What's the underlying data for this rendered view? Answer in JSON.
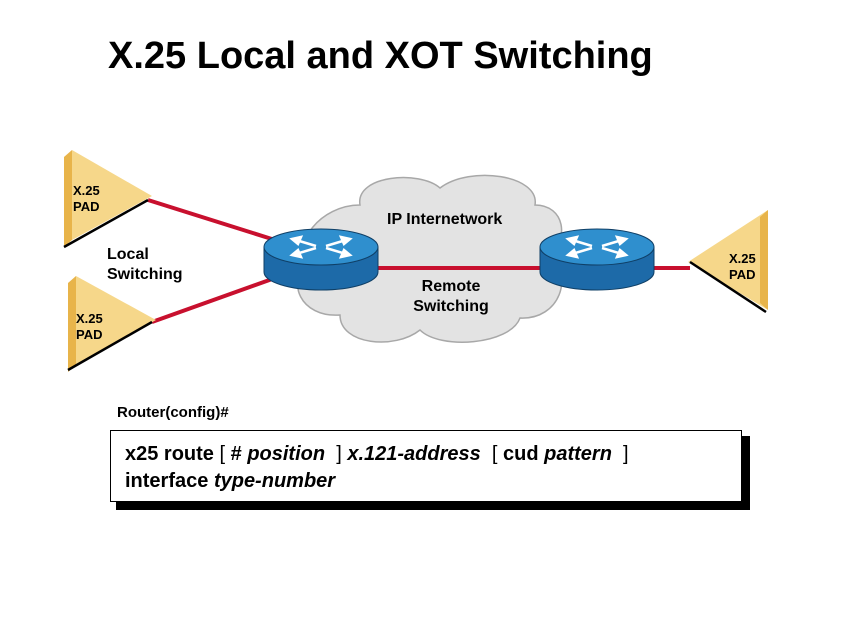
{
  "title": "X.25 Local and XOT Switching",
  "pads": {
    "left_top": {
      "line1": "X.25",
      "line2": "PAD"
    },
    "left_bottom": {
      "line1": "X.25",
      "line2": "PAD"
    },
    "right": {
      "line1": "X.25",
      "line2": "PAD"
    }
  },
  "labels": {
    "local_line1": "Local",
    "local_line2": "Switching",
    "ip_internetwork": "IP Internetwork",
    "remote_line1": "Remote",
    "remote_line2": "Switching"
  },
  "prompt": "Router(config)#",
  "command": {
    "kw_x25_route": "x25 route",
    "open_bracket_1": "[",
    "hash_position_kw": "#",
    "position_arg": "position",
    "close_bracket_1": "]",
    "x121_arg": "x.121-address",
    "open_bracket_2": "[",
    "cud_kw": "cud",
    "pattern_arg": "pattern",
    "close_bracket_2": "]",
    "interface_kw": "interface",
    "type_number_arg": "type-number"
  },
  "colors": {
    "link": "#c8102e",
    "pad_fill": "#f6d78a",
    "pad_edge": "#e8b44a",
    "router_top": "#2f8fce",
    "router_side": "#1d6aa8",
    "cloud": "#e3e3e3"
  },
  "icons": [
    "x25-pad-icon",
    "router-icon",
    "cloud-icon"
  ]
}
